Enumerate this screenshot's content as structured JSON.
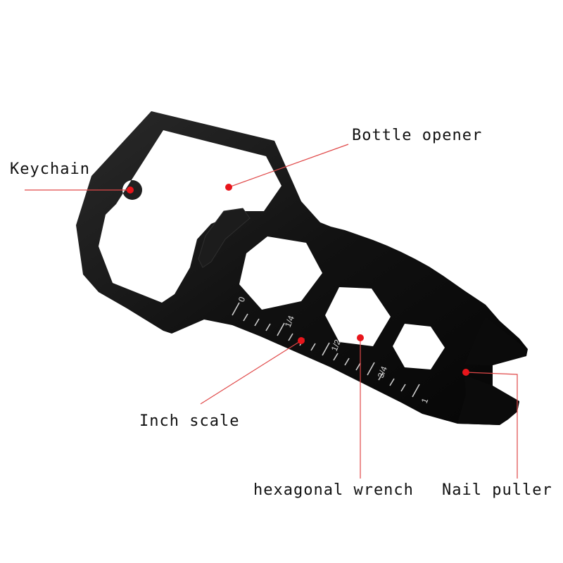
{
  "labels": {
    "keychain": "Keychain",
    "bottle_opener": "Bottle opener",
    "inch_scale": "Inch scale",
    "hex_wrench": "hexagonal wrench",
    "nail_puller": "Nail puller"
  },
  "scale_marks": {
    "zero": "0",
    "quarter": "1/4",
    "half": "1/2",
    "three_quarter": "3/4",
    "one": "1"
  },
  "colors": {
    "tool": "#141414",
    "marker": "#e8151b",
    "leader": "#e04848",
    "text": "#111111"
  }
}
